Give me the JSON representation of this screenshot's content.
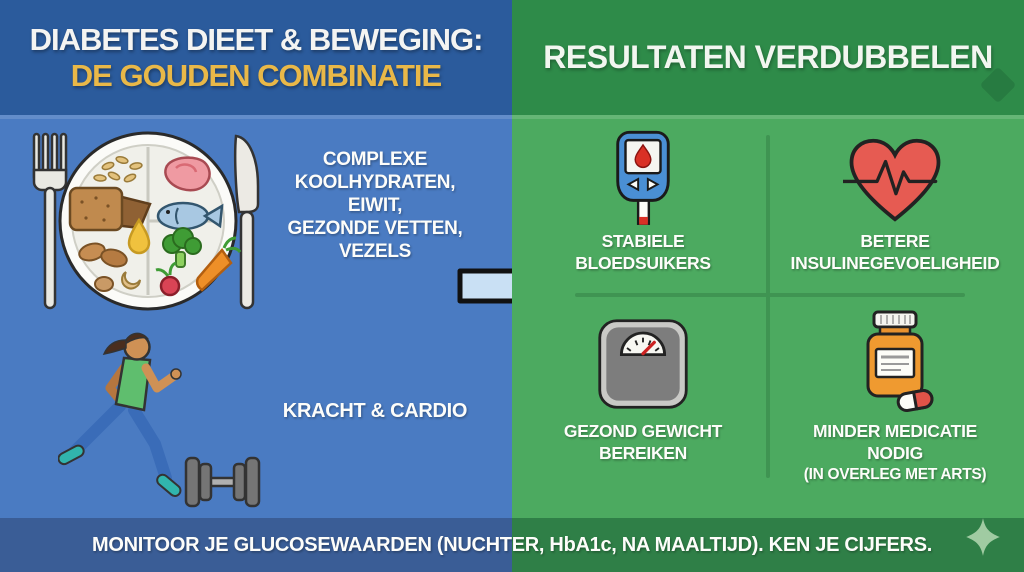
{
  "colors": {
    "header_blue": "#2b5b9c",
    "panel_blue": "#4a7bc2",
    "footer_blue": "#3a5d96",
    "header_green": "#2e8b49",
    "panel_green": "#4caa60",
    "footer_green": "#2f7f47",
    "title_gold": "#e9b848",
    "arrow_fill": "#c9e0f4",
    "divider_green": "#3f9452",
    "sparkle_green": "#a0cba2"
  },
  "header": {
    "left": {
      "line1": "DIABETES DIEET & BEWEGING:",
      "line2": "DE GOUDEN COMBINATIE"
    },
    "right": {
      "title": "RESULTATEN VERDUBBELEN"
    }
  },
  "left_panel": {
    "plate_icon": "plate-with-food-and-cutlery",
    "diet_text": "COMPLEXE\nKOOLHYDRATEN,\nEIWIT,\nGEZONDE VETTEN,\nVEZELS",
    "runner_icon": "running-woman",
    "dumbbell_icon": "dumbbell",
    "exercise_text": "KRACHT & CARDIO"
  },
  "arrow_icon": "arrow-right",
  "right_panel": {
    "quadrants": [
      {
        "icon": "glucose-meter-icon",
        "label": "STABIELE\nBLOEDSUIKERS"
      },
      {
        "icon": "heart-pulse-icon",
        "label": "BETERE\nINSULINEGEVOELIGHEID"
      },
      {
        "icon": "weight-scale-icon",
        "label": "GEZOND GEWICHT\nBEREIKEN"
      },
      {
        "icon": "medicine-bottle-icon",
        "label": "MINDER MEDICATIE\nNODIG",
        "sublabel": "(IN OVERLEG MET ARTS)"
      }
    ]
  },
  "footer": {
    "text": "MONITOOR JE GLUCOSEWAARDEN (NUCHTER, HbA1c, NA MAALTIJD). KEN JE CIJFERS.",
    "sparkle_icon": "sparkle"
  }
}
